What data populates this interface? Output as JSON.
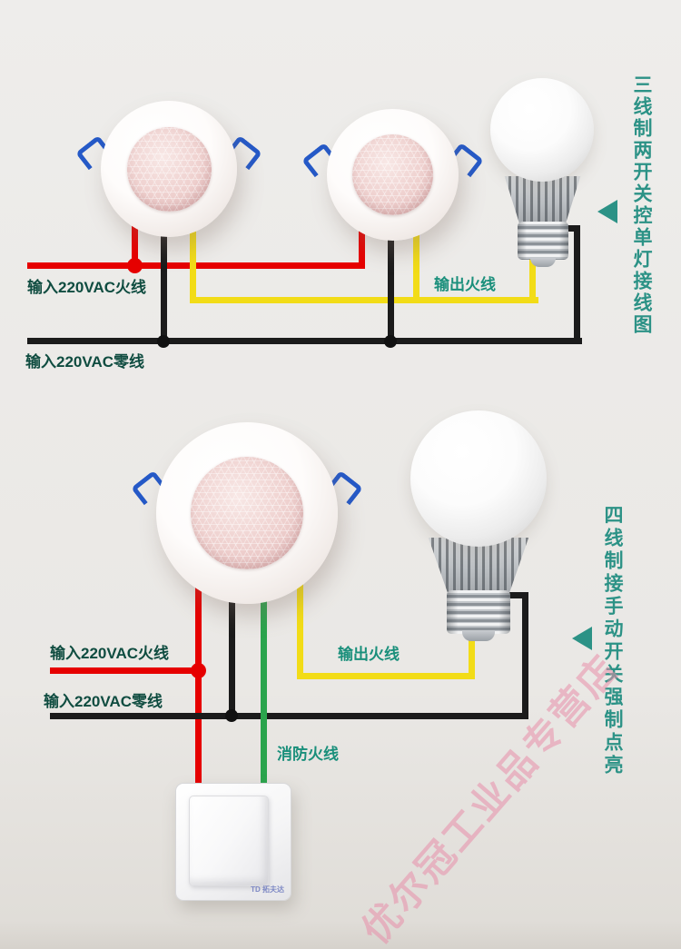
{
  "top_diagram": {
    "caption": "三线制两开关控单灯接线图",
    "labels": {
      "live_in": "输入220VAC火线",
      "neutral_in": "输入220VAC零线",
      "live_out": "输出火线"
    }
  },
  "bottom_diagram": {
    "caption": "四线制接手动开关强制点亮",
    "labels": {
      "live_in": "输入220VAC火线",
      "neutral_in": "输入220VAC零线",
      "live_out": "输出火线",
      "fire_live": "消防火线"
    }
  },
  "switch": {
    "brand": "TD 拓夫达"
  },
  "watermark": "优尔冠工业品专营店",
  "colors": {
    "live_wire": "#e60000",
    "neutral_wire": "#1b1b1b",
    "output_wire": "#f2dc17",
    "fire_wire": "#2aa44d",
    "caption_teal": "#2c9286",
    "label_dark_teal": "#0f4c40",
    "watermark_pink": "#e88eaa",
    "clip_blue": "#2559c7",
    "background": "#eae8e5"
  }
}
